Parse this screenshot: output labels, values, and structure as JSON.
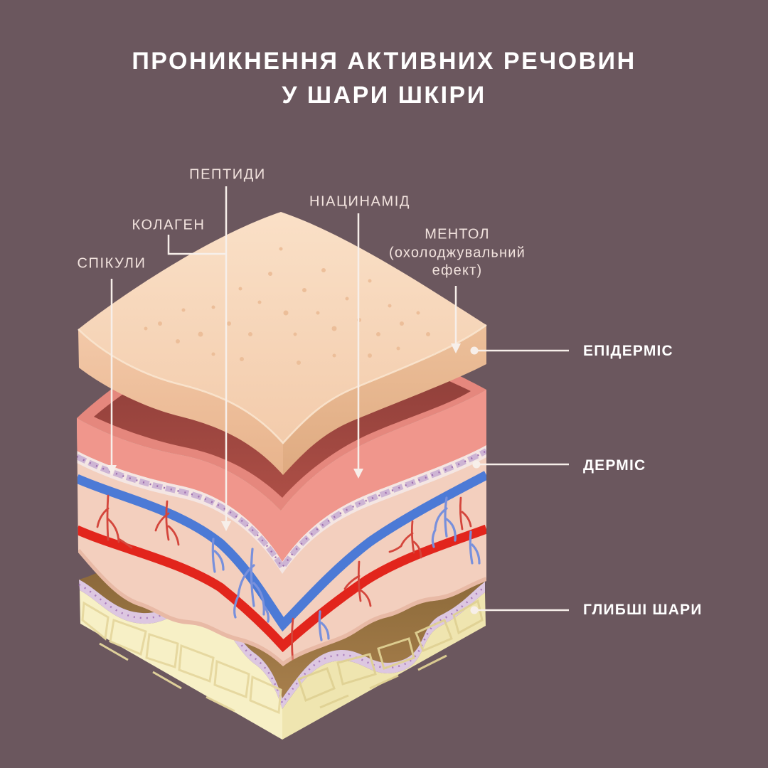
{
  "title": {
    "line1": "ПРОНИКНЕННЯ АКТИВНИХ РЕЧОВИН",
    "line2": "У ШАРИ ШКІРИ"
  },
  "ingredients": {
    "peptides": "ПЕПТИДИ",
    "collagen": "КОЛАГЕН",
    "niacinamide": "НІАЦИНАМІД",
    "spicules": "СПІКУЛИ",
    "menthol": "МЕНТОЛ",
    "menthol_note_line1": "(охолоджувальний",
    "menthol_note_line2": "ефект)"
  },
  "skin_layers": {
    "epidermis": "ЕПІДЕРМІС",
    "dermis": "ДЕРМІС",
    "deeper_layers": "ГЛИБШІ ШАРИ"
  },
  "colors": {
    "background": "#6B575E",
    "title_text": "#FFFFFF",
    "ingredient_label_text": "#F2E3DE",
    "layer_label_text": "#FFFFFF",
    "leader_line": "#F7EFEA",
    "epidermis_top": "#F8DCC1",
    "epidermis_side": "#EDC09D",
    "dermis_top_salmon": "#E5877D",
    "dermis_shadow_maroon": "#8B3C39",
    "dermis_face_pink": "#F3CFBE",
    "membrane_lavender": "#C7ACD1",
    "vessel_blue": "#4C7AD6",
    "vessel_red": "#E2251C",
    "hypodermis_brown": "#A07846",
    "fat_yellow": "#F6EFC4"
  }
}
